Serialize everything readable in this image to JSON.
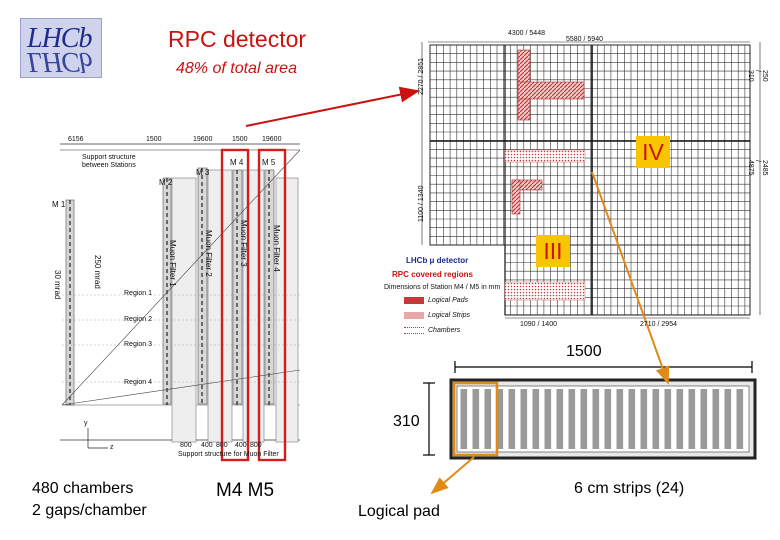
{
  "logo": {
    "text": "LHCb"
  },
  "title": "RPC detector",
  "subtitle": "48% of total area",
  "station_drawing": {
    "top_dims": [
      "6156",
      "1500",
      "19600",
      "1500",
      "19600"
    ],
    "notes": [
      "Support structure",
      "between Stations"
    ],
    "stations": [
      "M 1",
      "M 2",
      "M 3",
      "M 4",
      "M 5"
    ],
    "filters": [
      "Muon Filter 1",
      "Muon Filter 2",
      "Muon Filter 3",
      "Muon Filter 4"
    ],
    "regions": [
      "Region 1",
      "Region 2",
      "Region 3",
      "Region 4"
    ],
    "angles": [
      "30 mrad",
      "250 mrad"
    ],
    "bottom_dims": [
      "800",
      "400",
      "800",
      "400",
      "800"
    ],
    "bottom_note": "Support structure for Muon Filter",
    "axis": [
      "y",
      "z"
    ]
  },
  "quadrant": {
    "dims_top": [
      "4300 / 5448",
      "5580 / 5940"
    ],
    "dims_right_top": "250 / 310",
    "dims_left": [
      "2270 / 2851",
      "1100 / 1340"
    ],
    "dims_right": "2485 / 4875",
    "dims_bottom": [
      "1090 / 1400",
      "2710 / 2954"
    ],
    "region_labels": [
      "IV",
      "III"
    ],
    "legend_title": "LHCb μ detector",
    "legend_subtitle": "RPC covered regions",
    "legend_caption": "Dimensions of Station M4 / M5 in mm",
    "legend_items": [
      "Logical Pads",
      "Logical Strips",
      "Chambers"
    ]
  },
  "chamber": {
    "width_label": "1500",
    "height_label": "310",
    "strip_count": 24
  },
  "captions": {
    "chambers_line1": "480 chambers",
    "chambers_line2": "2 gaps/chamber",
    "stations": "M4  M5",
    "strips": "6 cm strips (24)",
    "logical_pad": "Logical pad"
  },
  "colors": {
    "accent_red": "#cc1111",
    "label_yellow": "#f7c600",
    "pad_orange": "#e08a18",
    "pad_hatch": "#c43a3a"
  }
}
